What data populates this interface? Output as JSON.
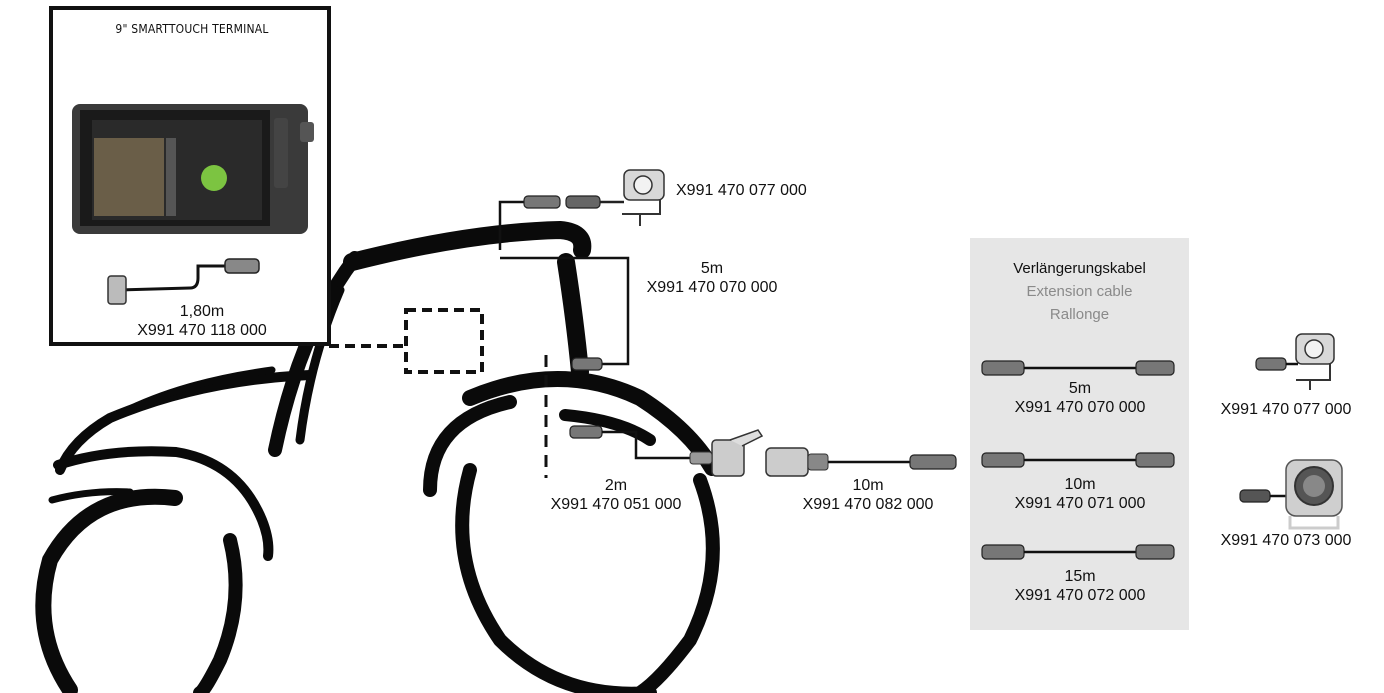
{
  "terminal": {
    "title": "9\" SMARTTOUCH TERMINAL",
    "cable_length": "1,80m",
    "part_number": "X991 470 118 000"
  },
  "cab_camera": {
    "part_number": "X991 470 077 000"
  },
  "cab_cable": {
    "length": "5m",
    "part_number": "X991 470 070 000"
  },
  "rear_cable": {
    "length": "2m",
    "part_number": "X991 470 051 000"
  },
  "implement_cable": {
    "length": "10m",
    "part_number": "X991 470 082 000"
  },
  "extension": {
    "title_de": "Verlängerungskabel",
    "title_en": "Extension cable",
    "title_fr": "Rallonge",
    "cables": [
      {
        "length": "5m",
        "part_number": "X991 470 070 000"
      },
      {
        "length": "10m",
        "part_number": "X991 470 071 000"
      },
      {
        "length": "15m",
        "part_number": "X991 470 072 000"
      }
    ]
  },
  "cameras": [
    {
      "part_number": "X991 470 077 000"
    },
    {
      "part_number": "X991 470 073 000"
    }
  ],
  "colors": {
    "panel": "#e6e6e6",
    "ink": "#111111",
    "subtitle": "#8a8a8a",
    "screen_green": "#7cc441"
  }
}
